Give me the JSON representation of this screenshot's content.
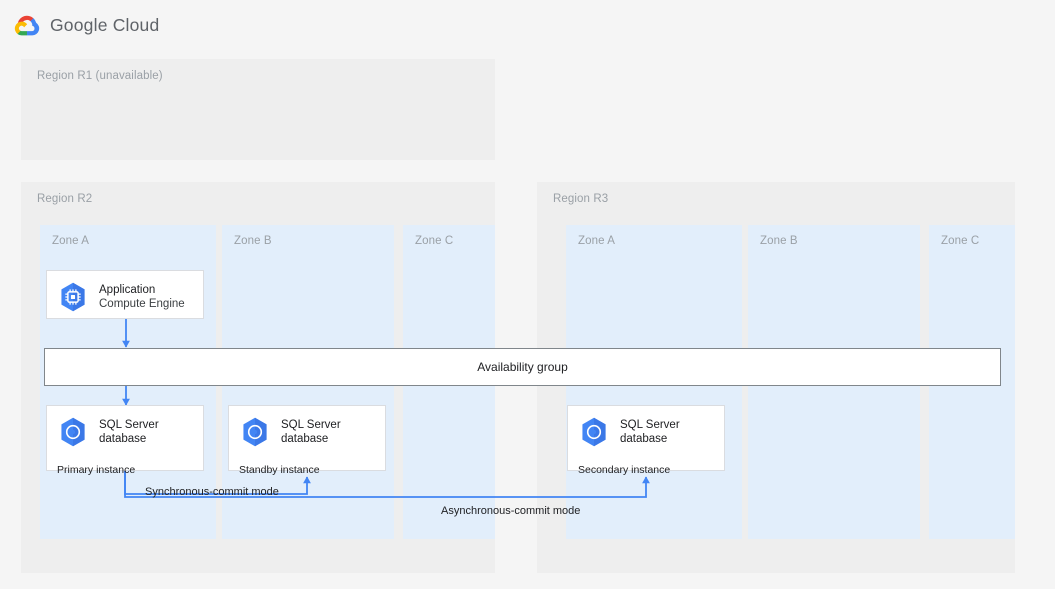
{
  "header": {
    "logo_icon": "google-cloud-logo",
    "wordmark": "Google Cloud"
  },
  "colors": {
    "page_bg": "#f5f5f5",
    "region_bg": "#eeeeee",
    "zone_bg": "#e2eefb",
    "card_bg": "#ffffff",
    "card_border": "#dadce0",
    "bar_border": "#80868b",
    "connector": "#4285f4",
    "label_gray": "#9aa0a6",
    "text_dark": "#202124",
    "gcp_blue": "#4285f4",
    "gcp_red": "#ea4335",
    "gcp_yellow": "#fbbc04",
    "gcp_green": "#34a853"
  },
  "regions": [
    {
      "id": "r1",
      "label": "Region R1 (unavailable)",
      "zones": []
    },
    {
      "id": "r2",
      "label": "Region R2",
      "zones": [
        {
          "id": "r2-a",
          "label": "Zone A"
        },
        {
          "id": "r2-b",
          "label": "Zone B"
        },
        {
          "id": "r2-c",
          "label": "Zone C"
        }
      ]
    },
    {
      "id": "r3",
      "label": "Region R3",
      "zones": [
        {
          "id": "r3-a",
          "label": "Zone A"
        },
        {
          "id": "r3-b",
          "label": "Zone B"
        },
        {
          "id": "r3-c",
          "label": "Zone C"
        }
      ]
    }
  ],
  "cards": {
    "application": {
      "icon": "compute-engine-icon",
      "title": "Application",
      "subtitle": "Compute Engine"
    },
    "primary_db": {
      "icon": "sql-server-database-icon",
      "title": "SQL Server\ndatabase",
      "footer": "Primary instance"
    },
    "standby_db": {
      "icon": "sql-server-database-icon",
      "title": "SQL Server\ndatabase",
      "footer": "Standby instance"
    },
    "secondary_db": {
      "icon": "sql-server-database-icon",
      "title": "SQL Server\ndatabase",
      "footer": "Secondary instance"
    }
  },
  "availability_group": {
    "label": "Availability group"
  },
  "connectors": {
    "synchronous_label": "Synchronous-commit mode",
    "asynchronous_label": "Asynchronous-commit mode"
  }
}
